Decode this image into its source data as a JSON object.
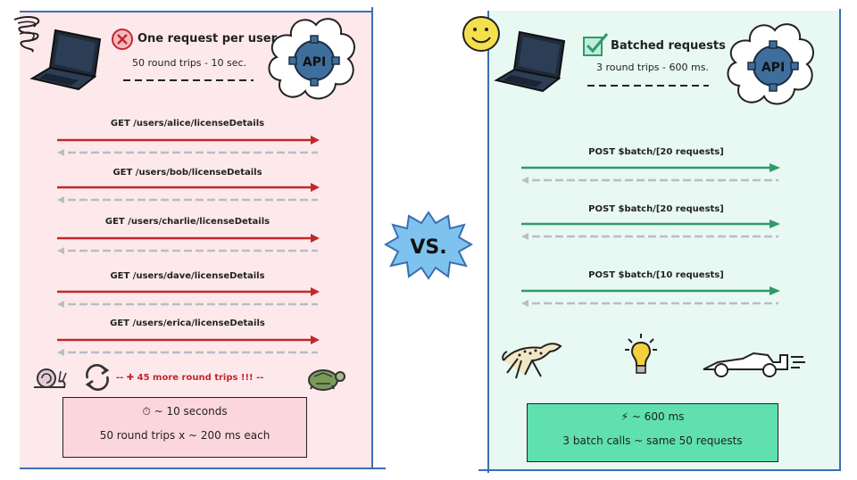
{
  "left": {
    "title": "One request per user",
    "subtitle": "50 round trips - 10 sec.",
    "api_label": "API",
    "requests": [
      "GET /users/alice/licenseDetails",
      "GET /users/bob/licenseDetails",
      "GET /users/charlie/licenseDetails",
      "GET /users/dave/licenseDetails",
      "GET /users/erica/licenseDetails"
    ],
    "more_trips": "-- ✚ 45 more round trips !!! --",
    "summary_time": "⏱ ~ 10 seconds",
    "summary_detail": "50 round trips x ~ 200 ms each",
    "colors": {
      "panel": "#fde9ec",
      "arrow": "#c0282d",
      "return_arrow": "#b8bcc8",
      "summary": "#fbd6dc"
    }
  },
  "vs_label": "VS.",
  "right": {
    "title": "Batched requests",
    "subtitle": "3 round trips - 600 ms.",
    "api_label": "API",
    "requests": [
      "POST $batch/[20 requests]",
      "POST $batch/[20 requests]",
      "POST $batch/[10 requests]"
    ],
    "summary_time": "⚡ ~ 600 ms",
    "summary_detail": "3 batch calls ~ same 50 requests",
    "colors": {
      "panel": "#e8f8f3",
      "arrow": "#2f9a6a",
      "return_arrow": "#b8bcc8",
      "summary": "#5fe0ae"
    }
  },
  "icons": {
    "left": [
      "scribble-icon",
      "laptop-icon",
      "cross-circle-icon",
      "api-cloud-icon",
      "snail-icon",
      "cycle-arrows-icon",
      "turtle-icon"
    ],
    "right": [
      "smiley-icon",
      "laptop-icon",
      "checkbox-icon",
      "api-cloud-icon",
      "cheetah-icon",
      "lightbulb-icon",
      "race-car-icon"
    ],
    "center": [
      "vs-starburst-icon"
    ]
  }
}
